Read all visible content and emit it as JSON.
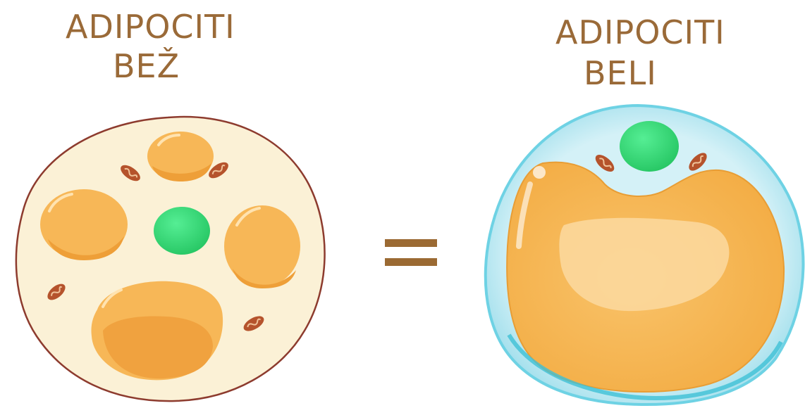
{
  "left_cell": {
    "title_line1": "ADIPOCITI",
    "title_line2": "BEŽ"
  },
  "right_cell": {
    "title_line1": "ADIPOCITI",
    "title_line2": "BELI"
  },
  "relation_symbol": "=",
  "colors": {
    "label": "#9a6a38",
    "fat_droplet": "#f5b04a",
    "nucleus": "#3ddc7a",
    "mitochondria": "#b5532c",
    "beige_cytoplasm": "#fbf1d6",
    "white_cell_membrane": "#a8e3ee"
  }
}
